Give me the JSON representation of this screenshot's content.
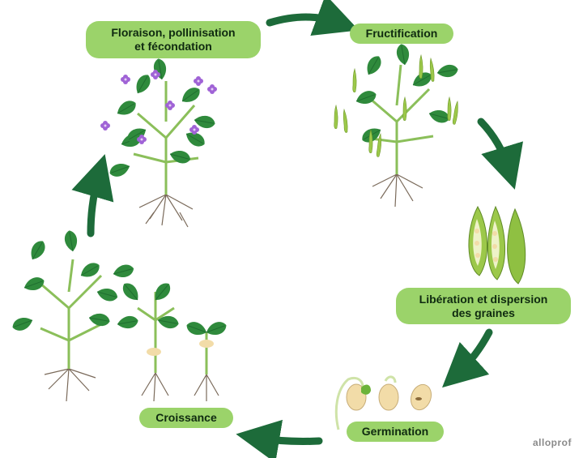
{
  "stages": {
    "floraison": {
      "line1": "Floraison, pollinisation",
      "line2": "et fécondation"
    },
    "fructification": "Fructification",
    "liberation": {
      "line1": "Libération et dispersion",
      "line2": "des graines"
    },
    "germination": "Germination",
    "croissance": "Croissance"
  },
  "logo": "alloprof",
  "colors": {
    "arrow": "#1d6b3a",
    "label_bg": "#9bd36a",
    "leaf": "#2f8a3c",
    "leaf_dark": "#1f6e2f",
    "flower": "#a063d6",
    "pod": "#9cc84a",
    "seed": "#f2dca8",
    "root": "#7a6a5a"
  }
}
